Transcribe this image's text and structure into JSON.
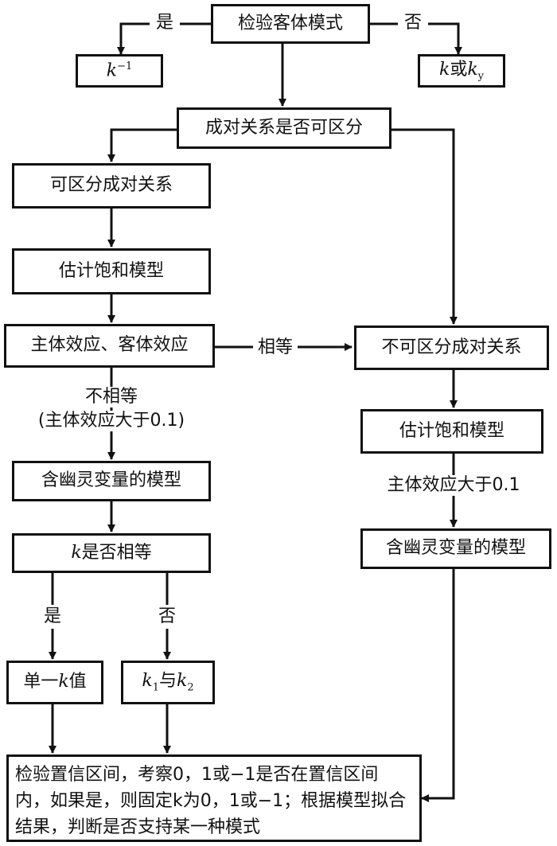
{
  "nodes": {
    "test_object_pattern": "检验客体模式",
    "k_inverse": {
      "k": "k",
      "sup": "−1"
    },
    "k_or_ky": {
      "k": "k",
      "or": "或",
      "k2": "k",
      "sub": "y"
    },
    "pairs_distinguishable": "成对关系是否可区分",
    "distinguishable_pairs": "可区分成对关系",
    "estimate_saturated_left": "估计饱和模型",
    "actor_partner_effects": "主体效应、客体效应",
    "indistinguishable_pairs": "不可区分成对关系",
    "estimate_saturated_right": "估计饱和模型",
    "phantom_model_left": "含幽灵变量的模型",
    "phantom_model_right": "含幽灵变量的模型",
    "k_equal": {
      "k": "k",
      "text": "是否相等"
    },
    "single_k": {
      "pre": "单一",
      "k": "k",
      "post": "值"
    },
    "k1_k2": {
      "k1": "k",
      "s1": "1",
      "and": "与",
      "k2": "k",
      "s2": "2"
    },
    "final_box": "检验置信区间，考察0，1或−1是否在置信区间内，如果是，则固定k为0，1或−1；根据模型拟合结果，判断是否支持某一种模式"
  },
  "edges": {
    "yes_top": "是",
    "no_top": "否",
    "equal": "相等",
    "not_equal": "不相等",
    "not_equal_note": "(主体效应大于0.1)",
    "actor_gt": "主体效应大于0.1",
    "yes_bottom": "是",
    "no_bottom": "否"
  },
  "colors": {
    "line": "#111111",
    "background": "#ffffff"
  }
}
